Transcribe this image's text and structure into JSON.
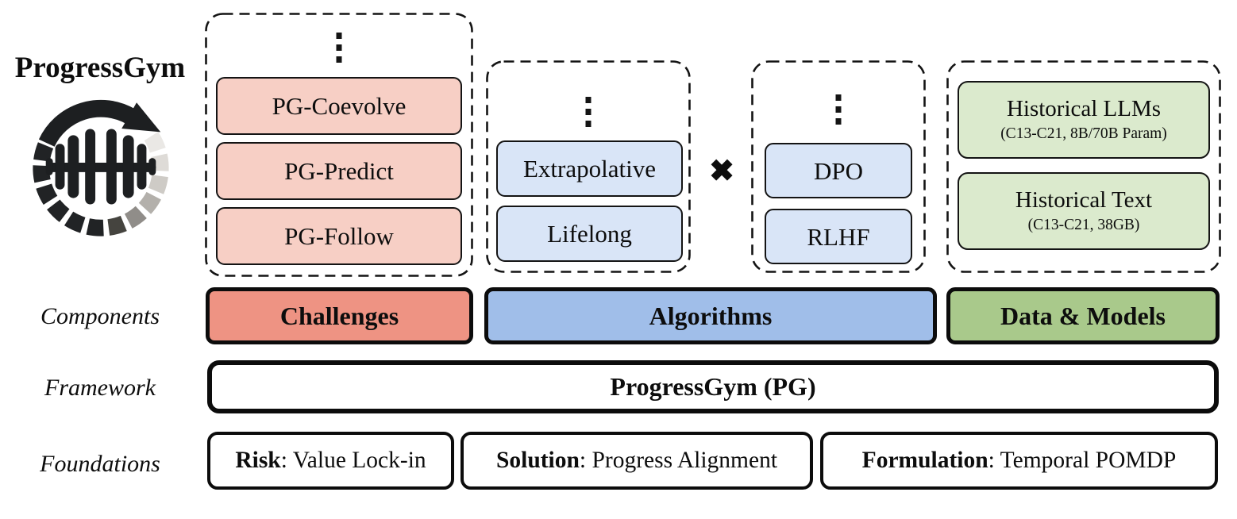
{
  "logo": {
    "title": "ProgressGym"
  },
  "row_labels": {
    "components": "Components",
    "framework": "Framework",
    "foundations": "Foundations"
  },
  "challenges_group": {
    "items": [
      "PG-Coevolve",
      "PG-Predict",
      "PG-Follow"
    ]
  },
  "algorithm_types_group": {
    "items": [
      "Extrapolative",
      "Lifelong"
    ]
  },
  "cross_symbol": "✖",
  "algorithm_methods_group": {
    "items": [
      "DPO",
      "RLHF"
    ]
  },
  "data_models_group": {
    "items": [
      {
        "title": "Historical LLMs",
        "subtitle": "(C13-C21, 8B/70B Param)"
      },
      {
        "title": "Historical Text",
        "subtitle": "(C13-C21, 38GB)"
      }
    ]
  },
  "components": {
    "challenges": "Challenges",
    "algorithms": "Algorithms",
    "data_models": "Data & Models"
  },
  "framework": {
    "name": "ProgressGym (PG)"
  },
  "foundations": {
    "risk": {
      "term": "Risk",
      "desc": ": Value Lock-in"
    },
    "solution": {
      "term": "Solution",
      "desc": ": Progress Alignment"
    },
    "formulation": {
      "term": "Formulation",
      "desc": ": Temporal POMDP"
    }
  },
  "colors": {
    "challenge_light": "#f7cfc5",
    "challenge_accent": "#ee9383",
    "algorithm_light": "#d9e5f7",
    "algorithm_accent": "#a0bee9",
    "data_light": "#dbeacd",
    "data_accent": "#a9c98b",
    "ink": "#0d0d0d"
  }
}
